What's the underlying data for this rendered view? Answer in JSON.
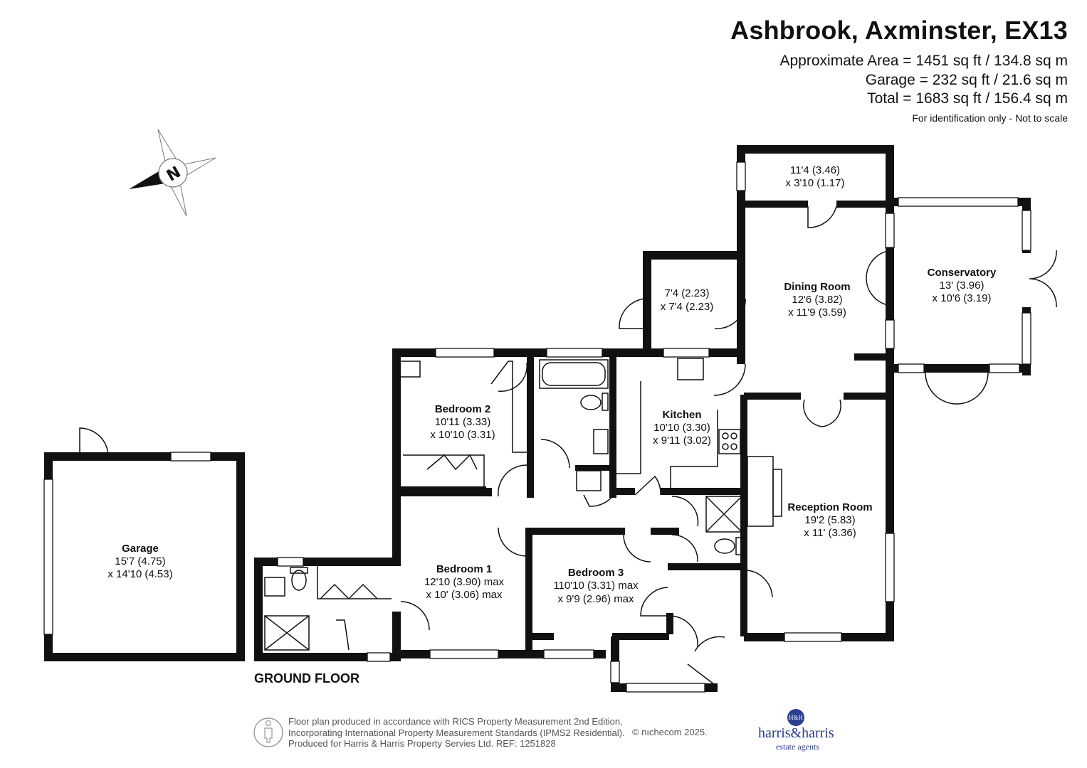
{
  "header": {
    "title": "Ashbrook, Axminster, EX13",
    "area_line": "Approximate Area = 1451 sq ft / 134.8 sq m",
    "garage_line": "Garage = 232 sq ft / 21.6 sq m",
    "total_line": "Total = 1683 sq ft / 156.4 sq m",
    "note": "For identification only - Not to scale"
  },
  "compass": {
    "icon": "compass-north-icon",
    "label": "N"
  },
  "floor_label": "GROUND FLOOR",
  "rooms": {
    "store": {
      "dim1": "11'4 (3.46)",
      "dim2": "x 3'10 (1.17)"
    },
    "dining": {
      "name": "Dining Room",
      "dim1": "12'6 (3.82)",
      "dim2": "x 11'9 (3.59)"
    },
    "conservatory": {
      "name": "Conservatory",
      "dim1": "13' (3.96)",
      "dim2": "x 10'6 (3.19)"
    },
    "utility": {
      "dim1": "7'4 (2.23)",
      "dim2": "x 7'4 (2.23)"
    },
    "bedroom2": {
      "name": "Bedroom 2",
      "dim1": "10'11 (3.33)",
      "dim2": "x 10'10 (3.31)"
    },
    "kitchen": {
      "name": "Kitchen",
      "dim1": "10'10 (3.30)",
      "dim2": "x 9'11 (3.02)"
    },
    "reception": {
      "name": "Reception Room",
      "dim1": "19'2 (5.83)",
      "dim2": "x 11' (3.36)"
    },
    "garage": {
      "name": "Garage",
      "dim1": "15'7 (4.75)",
      "dim2": "x 14'10 (4.53)"
    },
    "bedroom1": {
      "name": "Bedroom 1",
      "dim1": "12'10 (3.90) max",
      "dim2": "x 10' (3.06) max"
    },
    "bedroom3": {
      "name": "Bedroom 3",
      "dim1": "110'10 (3.31) max",
      "dim2": "x 9'9 (2.96) max"
    }
  },
  "footer": {
    "line1": "Floor plan produced in accordance with RICS Property Measurement 2nd Edition,",
    "line2": "Incorporating International Property Measurement Standards (IPMS2 Residential).",
    "line3": "Produced for Harris & Harris Property Servies Ltd.   REF:  1251828",
    "copyright": "© nıchecom 2025.",
    "icon": "person-figure-icon"
  },
  "logo": {
    "badge": "H&H",
    "name": "harris&harris",
    "sub": "estate agents"
  }
}
